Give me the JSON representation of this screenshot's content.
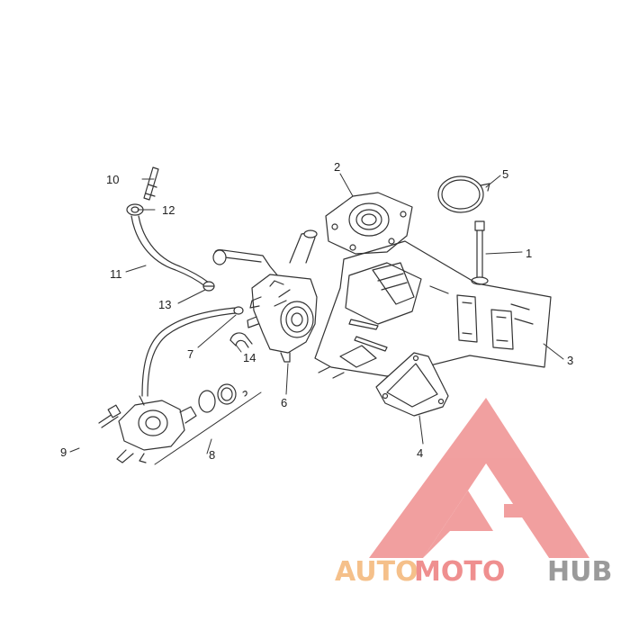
{
  "diagram": {
    "callouts": [
      {
        "id": "c1",
        "label": "1"
      },
      {
        "id": "c2",
        "label": "2"
      },
      {
        "id": "c3",
        "label": "3"
      },
      {
        "id": "c4",
        "label": "4"
      },
      {
        "id": "c5",
        "label": "5"
      },
      {
        "id": "c6",
        "label": "6"
      },
      {
        "id": "c7",
        "label": "7"
      },
      {
        "id": "c8",
        "label": "8"
      },
      {
        "id": "c9",
        "label": "9"
      },
      {
        "id": "c10",
        "label": "10"
      },
      {
        "id": "c11",
        "label": "11"
      },
      {
        "id": "c12",
        "label": "12"
      },
      {
        "id": "c13",
        "label": "13"
      },
      {
        "id": "c14",
        "label": "14"
      }
    ]
  },
  "watermark": {
    "part_a": "AUTO",
    "part_b": "MOTO",
    "part_c": "HUB",
    "color_a": "#f5c08a",
    "color_b": "#ef8f8f",
    "color_c": "#9a9a9a",
    "logo_color": "#ef8f8f"
  },
  "colors": {
    "line": "#333333"
  }
}
